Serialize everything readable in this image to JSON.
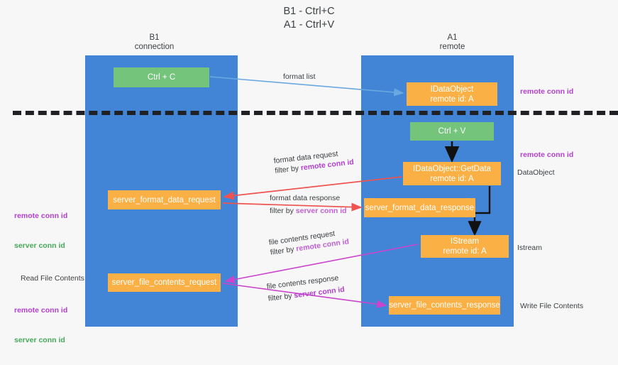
{
  "title": "B1 - Ctrl+C\nA1 - Ctrl+V",
  "columns": {
    "left": "B1\nconnection",
    "right": "A1\nremote"
  },
  "nodes": {
    "ctrl_c": "Ctrl + C",
    "idataobject": "IDataObject\nremote id: A",
    "ctrl_v": "Ctrl + V",
    "getdata": "IDataObject::GetData\nremote id: A",
    "server_format_data_request": "server_format_data_request",
    "server_format_data_response": "server_format_data_response",
    "istream": "IStream\nremote id: A",
    "server_file_contents_request": "server_file_contents_request",
    "server_file_contents_response": "server_file_contents_response"
  },
  "edges": {
    "format_list": "format list",
    "format_data_request": "format data request",
    "format_data_request_filter_prefix": "filter by ",
    "format_data_request_filter_key": "remote conn id",
    "format_data_response": "format data response",
    "format_data_response_filter_prefix": "filter by ",
    "format_data_response_filter_key": "server conn id",
    "file_contents_request": "file contents request",
    "file_contents_request_filter_prefix": "filter by ",
    "file_contents_request_filter_key": "remote conn id",
    "file_contents_response": "file contents response",
    "file_contents_response_filter_prefix": "filter by ",
    "file_contents_response_filter_key": "server conn id"
  },
  "annotations": {
    "right_remote_conn_id_top": "remote conn id",
    "right_remote_conn_id_mid": "remote conn id",
    "right_dataobject": "DataObject",
    "right_istream": "Istream",
    "right_write_file_contents": "Write File Contents",
    "left_remote_conn_id": "remote conn id",
    "left_server_conn_id": "server conn id",
    "left_read_file_contents": "Read File Contents",
    "left_remote_conn_id_2": "remote conn id",
    "left_server_conn_id_2": "server conn id"
  },
  "colors": {
    "lane": "#4285d6",
    "green_node": "#74c47c",
    "orange_node": "#fbb045",
    "purple": "#b23fce",
    "green_text": "#46a85a",
    "arrow_blue": "#6aa9e0",
    "arrow_red": "#ef5350",
    "arrow_magenta": "#cc44cc",
    "arrow_black": "#111111",
    "divider": "#202124"
  }
}
